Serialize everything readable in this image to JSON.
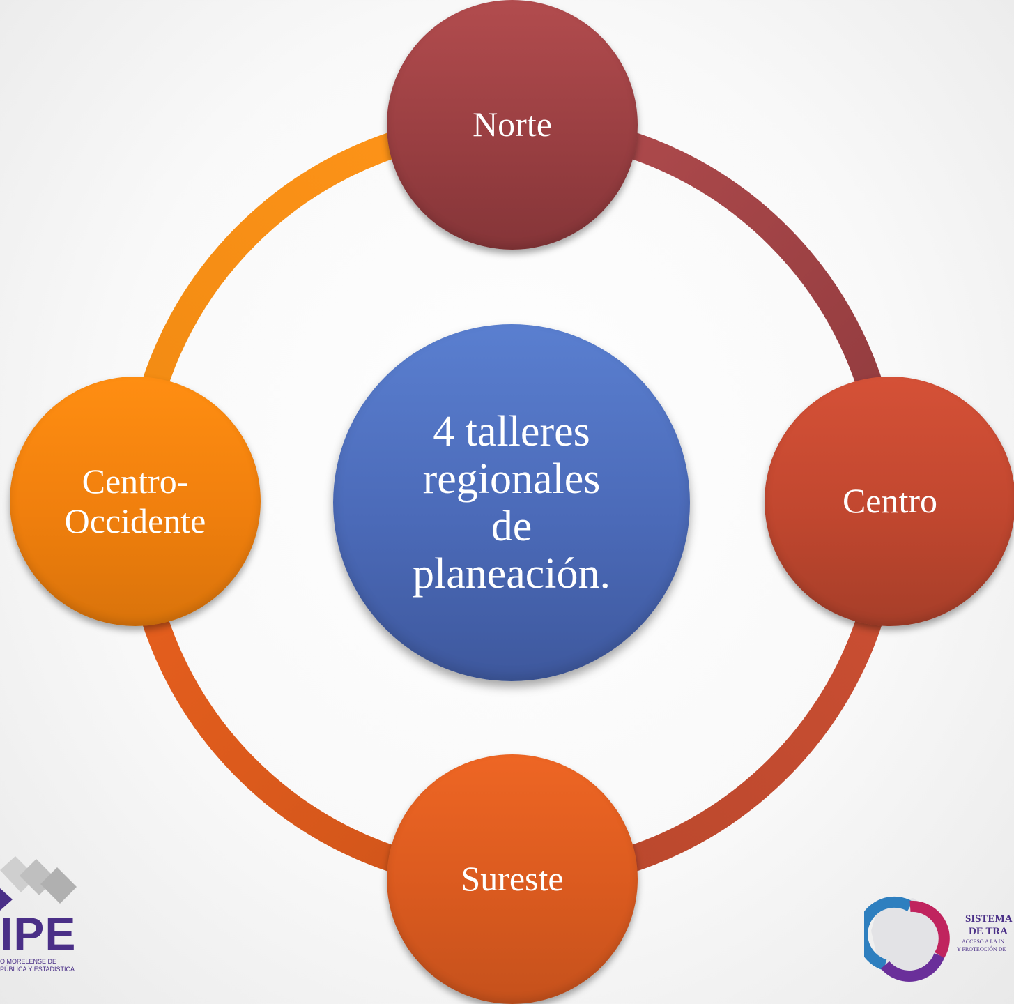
{
  "diagram": {
    "center": {
      "lines": [
        "4 talleres",
        "regionales",
        "de",
        "planeación."
      ]
    },
    "nodes": {
      "north": {
        "label": "Norte"
      },
      "center": {
        "label": "Centro"
      },
      "southeast": {
        "label": "Sureste"
      },
      "west": {
        "lines": [
          "Centro-",
          "Occidente"
        ]
      }
    },
    "colors": {
      "north": "#a24446",
      "center": "#c94a31",
      "southeast": "#e35f21",
      "west": "#f78710",
      "hub": "#4f6fbf"
    }
  },
  "logos": {
    "left": {
      "name": "IPE",
      "sub_line_1": "O MORELENSE DE",
      "sub_line_2": "PÚBLICA Y ESTADÍSTICA"
    },
    "right": {
      "line_1": "SISTEMA",
      "line_2": "DE TRA",
      "line_3": "ACCESO A LA IN",
      "line_4": "Y PROTECCIÓN DE"
    }
  }
}
